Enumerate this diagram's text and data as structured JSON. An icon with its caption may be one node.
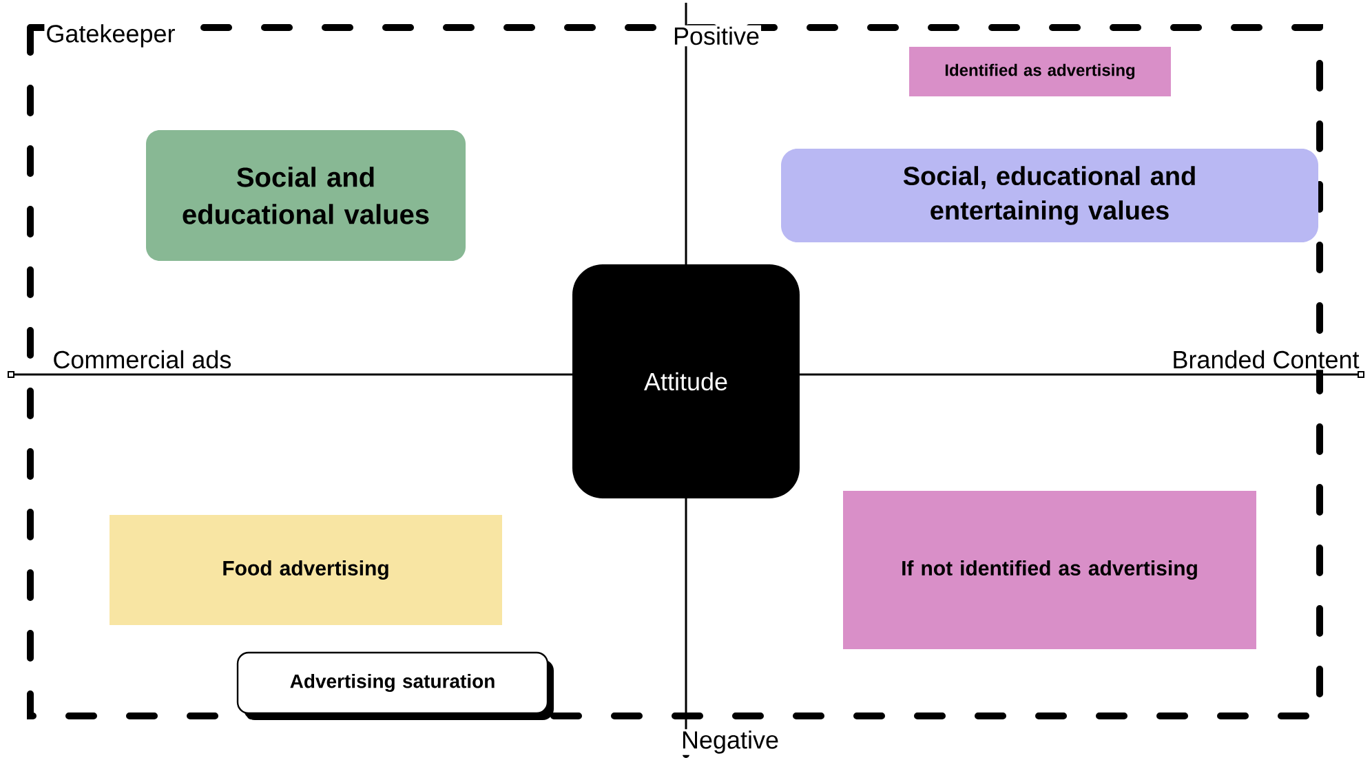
{
  "diagram": {
    "nodes": [
      {
        "text": [
          "Identified as advertising"
        ]
      },
      {
        "text": [
          "Social and educational values"
        ]
      },
      {
        "text": [
          "Social, educational and entertaining values"
        ]
      },
      {
        "text": [
          "Attitude"
        ]
      },
      {
        "text": [
          "Food advertising"
        ]
      },
      {
        "text": [
          "If not identified as advertising"
        ]
      },
      {
        "text": [
          "Advertising saturation"
        ]
      }
    ],
    "labels": [
      "Gatekeeper",
      "Positive",
      "Commercial ads",
      "Branded Content",
      "Negative"
    ]
  }
}
